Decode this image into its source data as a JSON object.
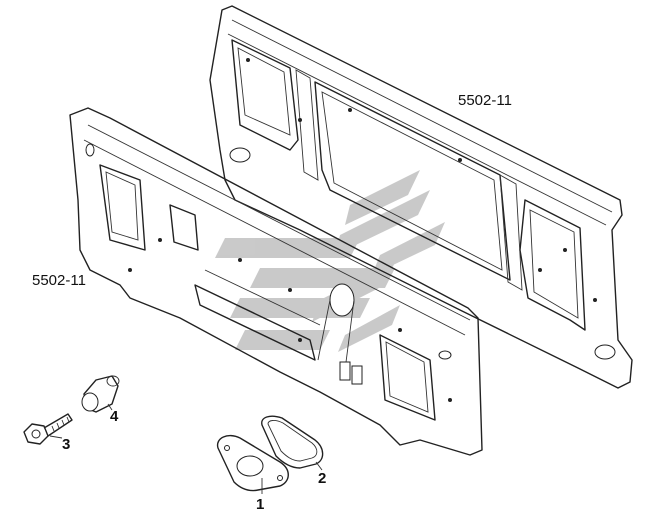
{
  "diagram": {
    "parts": [
      {
        "id": "upper-panel",
        "ref": "5502-11"
      },
      {
        "id": "lower-panel",
        "ref": "5502-11"
      }
    ],
    "callouts": [
      {
        "number": "1"
      },
      {
        "number": "2"
      },
      {
        "number": "3"
      },
      {
        "number": "4"
      }
    ],
    "colors": {
      "line": "#222222",
      "watermark": "#b8b8b8",
      "background": "#ffffff"
    },
    "icons": [
      "watermark-logo-icon",
      "bolt-icon",
      "rivet-nut-icon",
      "gasket-icon",
      "cover-plate-icon"
    ]
  }
}
